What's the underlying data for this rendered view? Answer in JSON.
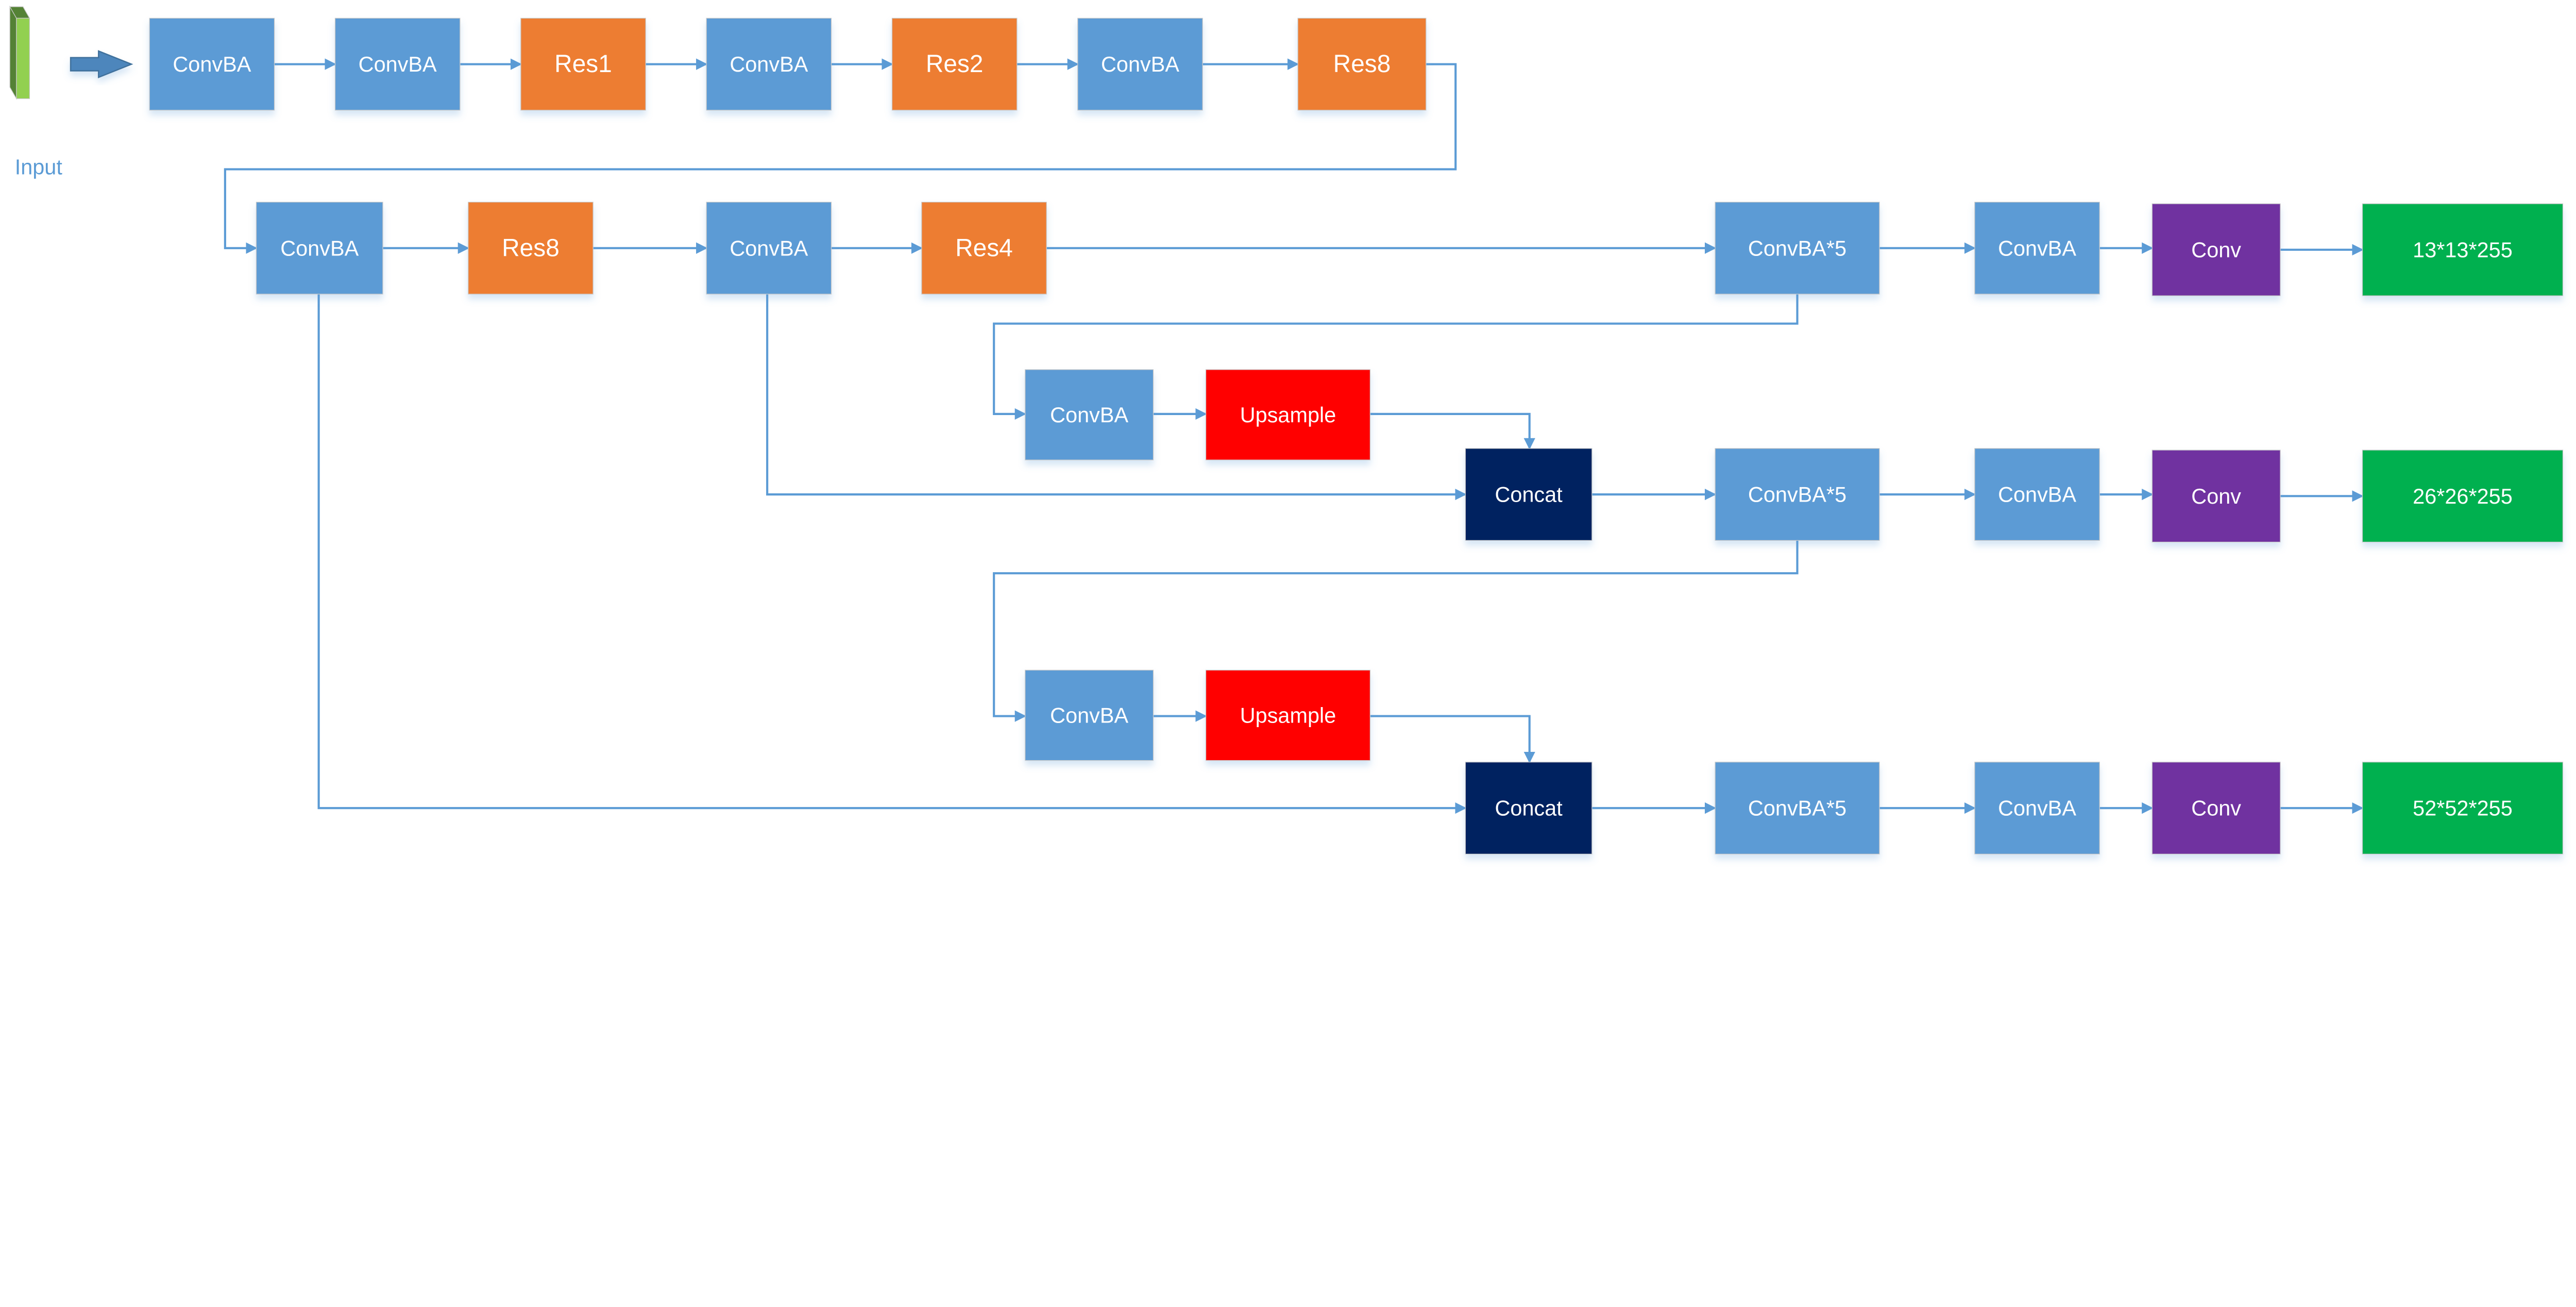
{
  "input": {
    "label": "Input"
  },
  "colors": {
    "ConvBA": "#5B9BD5",
    "Res": "#ED7D31",
    "Upsample": "#FF0000",
    "Concat": "#002060",
    "Conv": "#7030A0",
    "Output": "#00B050",
    "connector": "#5B9BD5",
    "input_front": "#92D050",
    "input_side": "#548235"
  },
  "nodes": [
    {
      "label": "ConvBA",
      "kind": "ConvBA"
    },
    {
      "label": "ConvBA",
      "kind": "ConvBA"
    },
    {
      "label": "Res1",
      "kind": "Res"
    },
    {
      "label": "ConvBA",
      "kind": "ConvBA"
    },
    {
      "label": "Res2",
      "kind": "Res"
    },
    {
      "label": "ConvBA",
      "kind": "ConvBA"
    },
    {
      "label": "Res8",
      "kind": "Res"
    },
    {
      "label": "ConvBA",
      "kind": "ConvBA"
    },
    {
      "label": "Res8",
      "kind": "Res"
    },
    {
      "label": "ConvBA",
      "kind": "ConvBA"
    },
    {
      "label": "Res4",
      "kind": "Res"
    },
    {
      "label": "ConvBA*5",
      "kind": "ConvBA"
    },
    {
      "label": "ConvBA",
      "kind": "ConvBA"
    },
    {
      "label": "Conv",
      "kind": "Conv"
    },
    {
      "label": "13*13*255",
      "kind": "Output"
    },
    {
      "label": "ConvBA",
      "kind": "ConvBA"
    },
    {
      "label": "Upsample",
      "kind": "Upsample"
    },
    {
      "label": "Concat",
      "kind": "Concat"
    },
    {
      "label": "ConvBA*5",
      "kind": "ConvBA"
    },
    {
      "label": "ConvBA",
      "kind": "ConvBA"
    },
    {
      "label": "Conv",
      "kind": "Conv"
    },
    {
      "label": "26*26*255",
      "kind": "Output"
    },
    {
      "label": "ConvBA",
      "kind": "ConvBA"
    },
    {
      "label": "Upsample",
      "kind": "Upsample"
    },
    {
      "label": "Concat",
      "kind": "Concat"
    },
    {
      "label": "ConvBA*5",
      "kind": "ConvBA"
    },
    {
      "label": "ConvBA",
      "kind": "ConvBA"
    },
    {
      "label": "Conv",
      "kind": "Conv"
    },
    {
      "label": "52*52*255",
      "kind": "Output"
    }
  ]
}
